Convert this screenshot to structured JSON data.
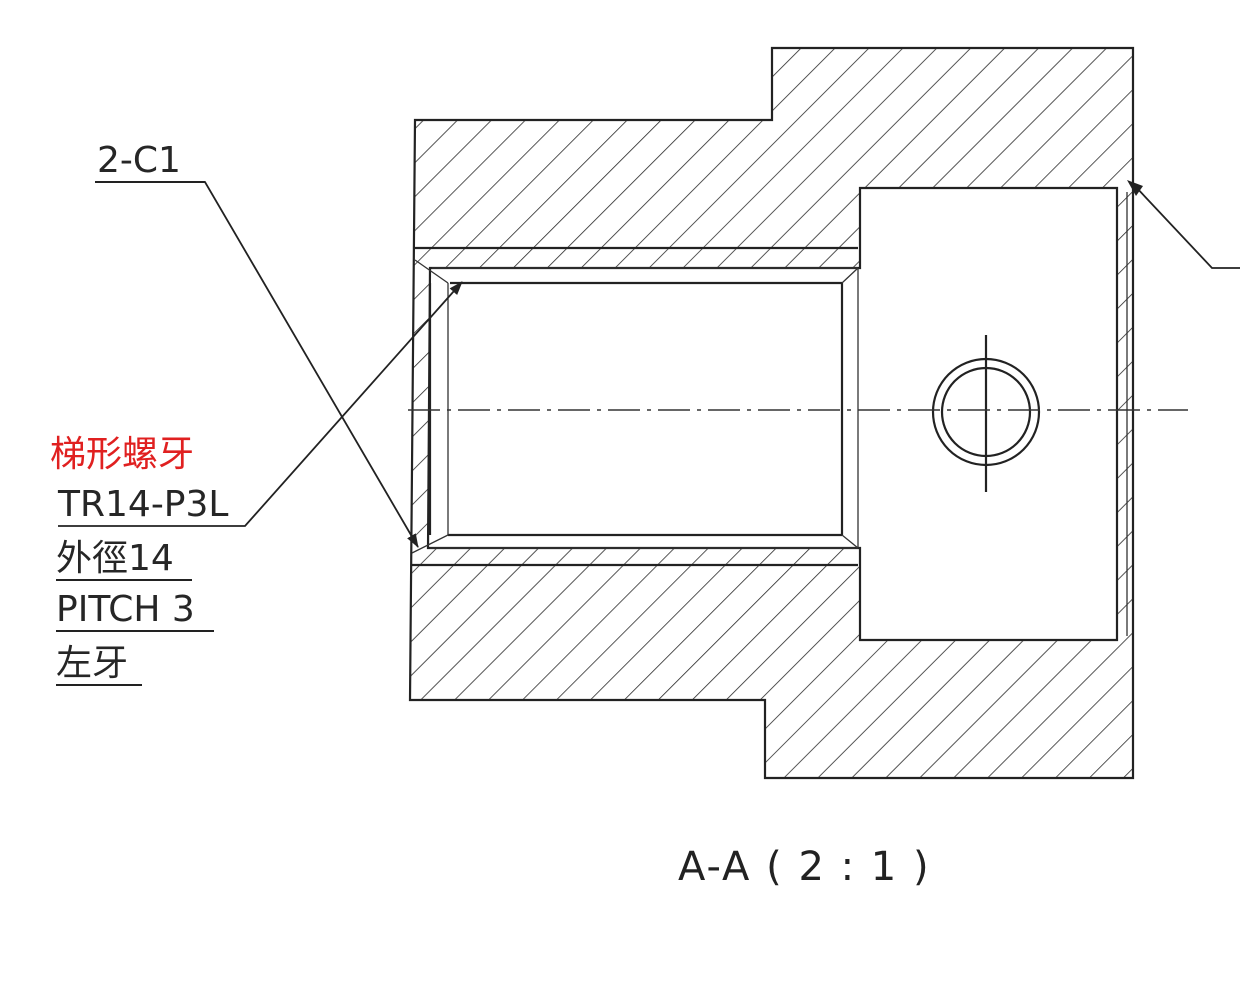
{
  "labels": {
    "chamfer": "2-C1",
    "thread_type": "梯形螺牙",
    "thread_spec": "TR14-P3L",
    "outer_diameter": "外徑14",
    "pitch": "PITCH 3",
    "hand": "左牙"
  },
  "section_caption": "A-A ( 2 : 1 )",
  "colors": {
    "line": "#222222",
    "highlight": "#e02020",
    "background": "#ffffff"
  }
}
